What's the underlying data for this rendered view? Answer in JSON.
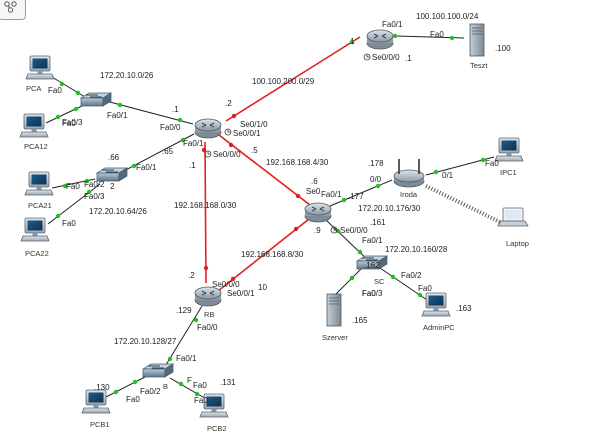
{
  "colors": {
    "serial": "#e02020",
    "ethernet": "#222222",
    "link_up": "#21c01d",
    "link_down": "#e02020",
    "router": "#a8b4c0",
    "switch": "#7d96a8"
  },
  "toolbar": {
    "icon": "inspect-icon"
  },
  "devices": {
    "teszt": "Teszt",
    "pca1": "PCA",
    "pca12": "PCA12",
    "pca21": "PCA21",
    "pca22": "PCA22",
    "pcb1": "PCB1",
    "pcb2": "PCB2",
    "rb": "RB",
    "sc": "SC",
    "iroda": "Iroda",
    "ipc1": "IPC1",
    "laptop": "Laptop",
    "szerver": "Szerver",
    "adminpc": "AdminPC",
    "switch_sb": "B"
  },
  "networks": {
    "net_teszt": "100.100.100.0/24",
    "net_wan": "100.100.200.0/29",
    "net_a1": "172.20.10.0/26",
    "net_a2": "172.20.10.64/26",
    "net_ra_rb": "192.168.168.0/30",
    "net_ra_rc": "192.168.168.4/30",
    "net_rc_rb": "192.168.168.8/30",
    "net_b": "172.20.10.128/27",
    "net_iroda": "172.20.10.176/30",
    "net_c": "172.20.10.160/28"
  },
  "ports": {
    "isp_fa": "Fa0/1",
    "isp_se": "Se0/0/0",
    "teszt_fa": "Fa0",
    "pca1_fa": "Fa0",
    "sa1_fa3": "Fa0/3",
    "sa1_fa1": "Fa0/1",
    "pca12_fa": "Fa0",
    "ra_fa00": "Fa0/0",
    "ra_se001": "Se0/0/1",
    "ra_se_partial": "Se0/1/0",
    "ra_fa01": "Fa0/1",
    "ra_se000": "Se0/0/0",
    "sa2_fa1": "Fa0/1",
    "sa2_fa2": "Fa0/2",
    "sa2_fa3": "Fa0/3",
    "sa2_num": "2",
    "pca21_fa": "Fa0",
    "pca22_fa": "Fa0",
    "rc_se": "Se0",
    "rc_fa01": "Fa0/1",
    "rc_se000": "Se0/0/0",
    "rc_fa_down": "Fa0/1",
    "iroda_00": "0/0",
    "iroda_01": "0/1",
    "ipc1_fa": "Fa0",
    "sc_fa3": "Fa0/3",
    "sc_fa0": "Fa0",
    "sc_fa2": "Fa0/2",
    "adminpc_fa": "Fa0",
    "rb_se000": "Se0/0/0",
    "rb_se001": "Se0/0/1",
    "rb_se_tail": "10",
    "rb_fa00": "Fa0/0",
    "sb_fa1": "Fa0/1",
    "sb_fa2": "Fa0/2",
    "sb_f": "F",
    "sb_fa0": "Fa0",
    "pcb1_fa": "Fa0",
    "pcb2_fa": "Fa0"
  },
  "hosts": {
    "isp_wan": ".1",
    "isp_lan": ".1",
    "teszt": ".100",
    "ra_a1": ".1",
    "ra_wan": ".2",
    "ra_a2": ".65",
    "sa2": ".66",
    "ra_rb": ".1",
    "ra_rc": ".5",
    "rc_ra": ".6",
    "rc_rb": ".9",
    "rc_iroda": ".177",
    "iroda": ".178",
    "rc_c": ".161",
    "sc": ".162",
    "szerver": ".165",
    "adminpc": ".163",
    "rb_ra": ".2",
    "rb_b": ".129",
    "pcb1": ".130",
    "pcb2": ".131"
  }
}
